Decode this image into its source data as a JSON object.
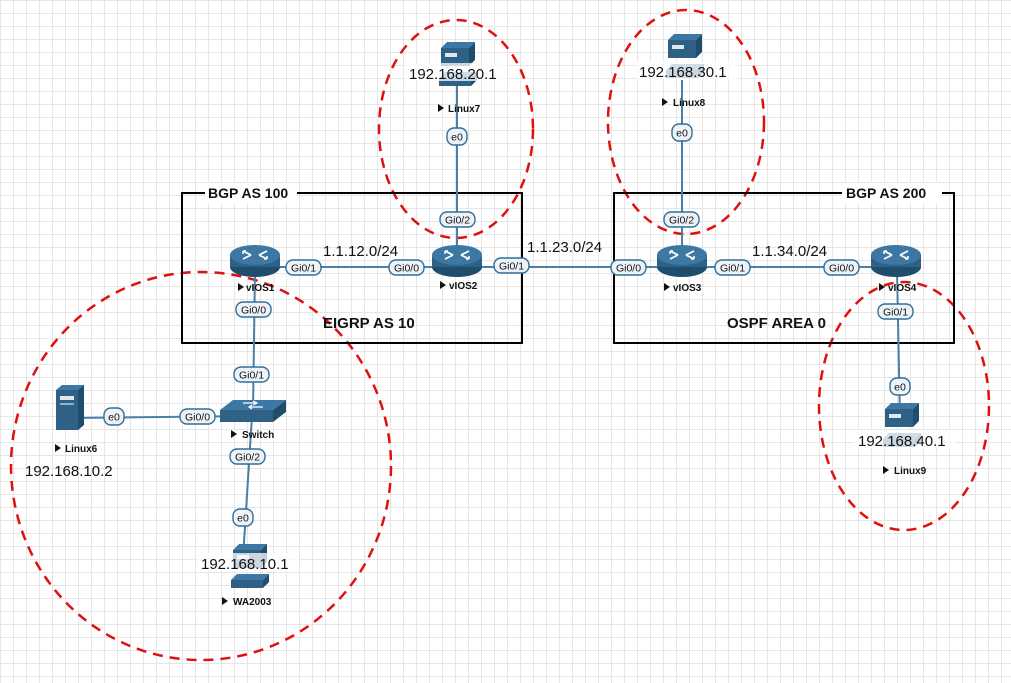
{
  "regions": {
    "bgp100": {
      "title": "BGP AS 100",
      "sub": "EIGRP AS 10"
    },
    "bgp200": {
      "title": "BGP AS 200",
      "sub": "OSPF AREA 0"
    }
  },
  "subnets": {
    "s12": "1.1.12.0/24",
    "s23": "1.1.23.0/24",
    "s34": "1.1.34.0/24"
  },
  "nodes": {
    "vios1": {
      "label": "vIOS1",
      "icon": "router-icon"
    },
    "vios2": {
      "label": "vIOS2",
      "icon": "router-icon"
    },
    "vios3": {
      "label": "vIOS3",
      "icon": "router-icon"
    },
    "vios4": {
      "label": "vIOS4",
      "icon": "router-icon"
    },
    "switch": {
      "label": "Switch",
      "icon": "switch-icon"
    },
    "linux6": {
      "label": "Linux6",
      "ip": "192.168.10.2",
      "icon": "tower-server-icon"
    },
    "linux7": {
      "label": "Linux7",
      "ip": "192.168.20.1",
      "icon": "host-icon"
    },
    "linux8": {
      "label": "Linux8",
      "ip": "192.168.30.1",
      "icon": "host-icon"
    },
    "linux9": {
      "label": "Linux9",
      "ip": "192.168.40.1",
      "icon": "host-icon"
    },
    "wa2003": {
      "label": "WA2003",
      "ip": "192.168.10.1",
      "icon": "host-icon"
    }
  },
  "ports": {
    "gi01": "Gi0/1",
    "gi00": "Gi0/0",
    "gi02": "Gi0/2",
    "e0": "e0"
  },
  "colors": {
    "link": "#4a7fa6",
    "icon": "#2e6185",
    "zone": "#e01010",
    "grid": "#e6e6e6"
  }
}
